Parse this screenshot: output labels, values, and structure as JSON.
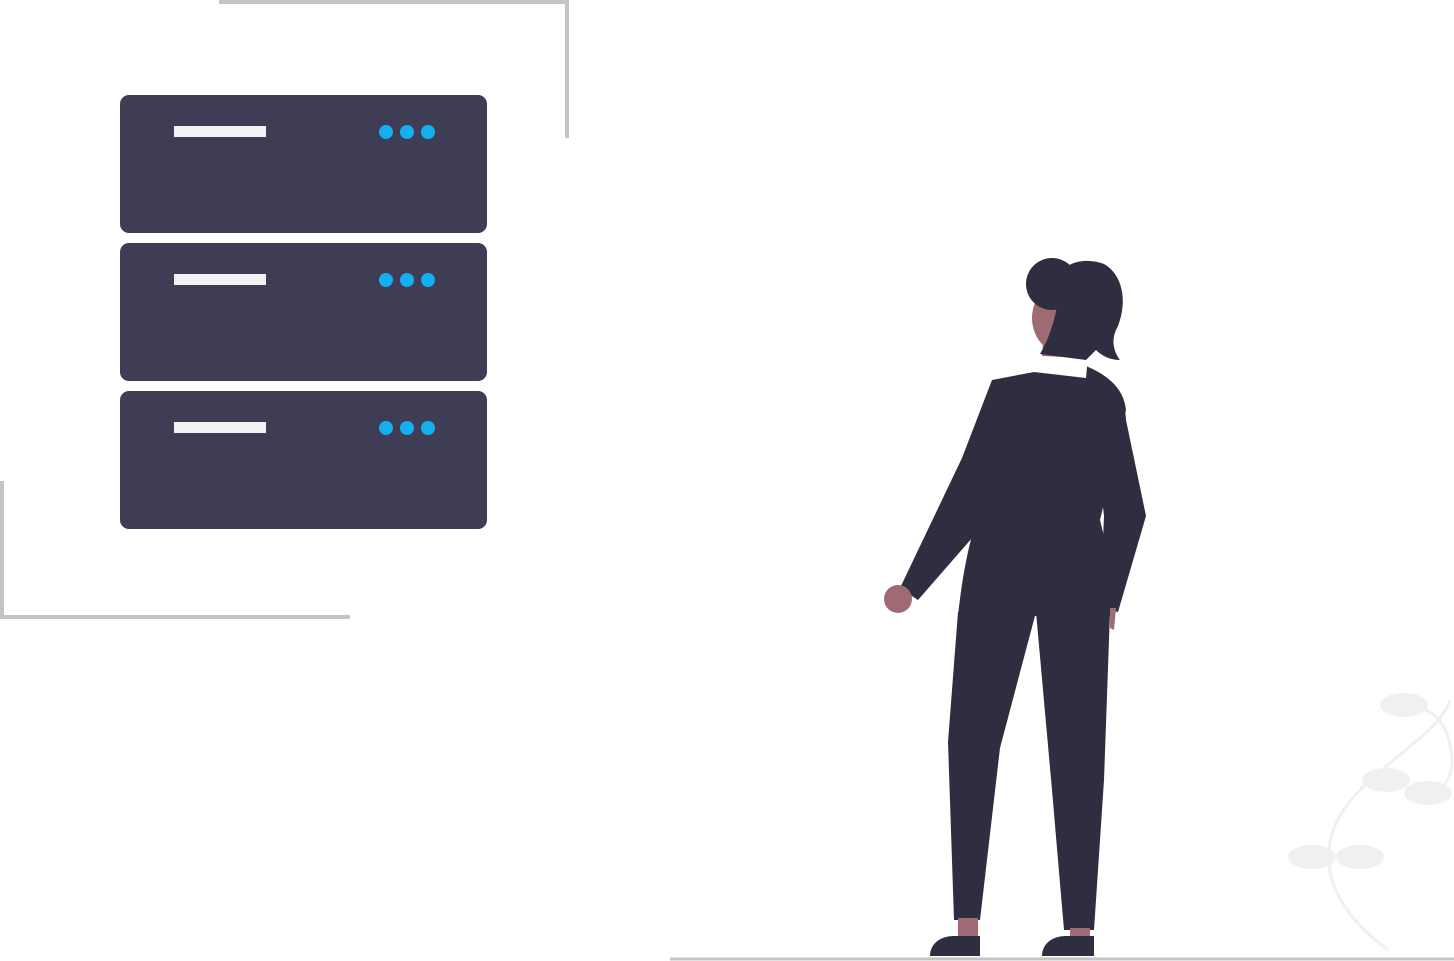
{
  "colors": {
    "background": "#ffffff",
    "server_body": "#3f3d56",
    "server_slot": "#f2f2f2",
    "server_led": "#13aff0",
    "frame_line": "#c4c4c6",
    "ground_line": "#c4c4c6",
    "person_outfit": "#2f2e41",
    "person_skin": "#9e6b74",
    "plant": "#f0f0f0"
  },
  "illustration": {
    "server_units": [
      {
        "name": "server-unit-1",
        "indicator_lights": 3
      },
      {
        "name": "server-unit-2",
        "indicator_lights": 3
      },
      {
        "name": "server-unit-3",
        "indicator_lights": 3
      }
    ],
    "icons": {
      "server_rack": "server-rack-icon",
      "person": "person-icon",
      "plant": "plant-icon"
    }
  }
}
